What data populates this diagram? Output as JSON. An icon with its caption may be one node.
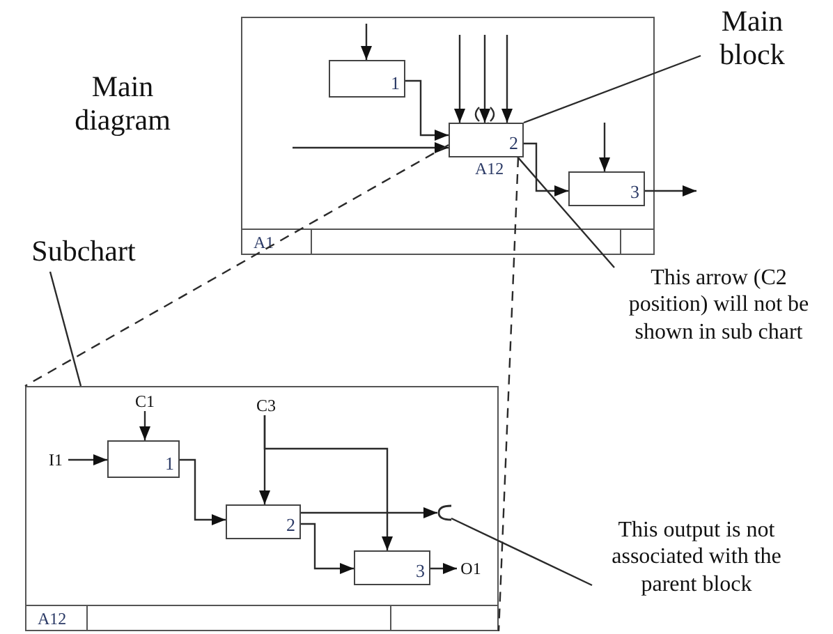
{
  "diagram": {
    "nodes": [
      {
        "text": [
          "A1"
        ]
      },
      {
        "text": [
          "1"
        ],
        "in": 0
      },
      {
        "text": [
          "2"
        ],
        "beside": [
          "A12"
        ],
        "in": 0
      },
      {
        "text": [
          "3"
        ],
        "in": 0
      },
      {
        "text": [
          "Main block"
        ]
      },
      {
        "text": [
          "This arrow (C2 position) will not be shown in sub chart"
        ]
      },
      {
        "text": [
          "Subchart"
        ]
      },
      {
        "text": [
          "A12"
        ]
      },
      {
        "text": [
          "C1"
        ],
        "in": 7
      },
      {
        "text": [
          "I1"
        ],
        "in": 7
      },
      {
        "text": [
          "1"
        ],
        "in": 7
      },
      {
        "text": [
          "C3"
        ],
        "in": 7
      },
      {
        "text": [
          "2"
        ],
        "in": 7
      },
      {
        "text": [
          "3"
        ],
        "in": 7
      },
      {
        "text": [
          "O1"
        ],
        "in": 7
      },
      {
        "text": [
          "This output is not associated with the parent block"
        ]
      },
      {
        "text": [],
        "shape": "bracket",
        "in": 7
      }
    ],
    "edges": [
      {
        "from": null,
        "to": 1,
        "arrow": "to"
      },
      {
        "from": 1,
        "to": 2,
        "arrow": "to"
      },
      {
        "from": null,
        "to": 2,
        "arrow": "to"
      },
      {
        "from": null,
        "to": 2,
        "arrow": "to"
      },
      {
        "from": null,
        "to": 2,
        "arrow": "to"
      },
      {
        "from": null,
        "to": 2,
        "arrow": "to"
      },
      {
        "from": 2,
        "to": 3,
        "arrow": "to"
      },
      {
        "from": null,
        "to": 3,
        "arrow": "to"
      },
      {
        "from": 3,
        "to": null,
        "arrow": "to"
      },
      {
        "from": 4,
        "to": 2,
        "arrow": "none"
      },
      {
        "from": 5,
        "to": 2,
        "arrow": "none"
      },
      {
        "from": 2,
        "to": 7,
        "arrow": "none",
        "style": "dashed"
      },
      {
        "from": 2,
        "to": 7,
        "arrow": "none",
        "style": "dashed"
      },
      {
        "from": 6,
        "to": 7,
        "arrow": "none"
      },
      {
        "from": 8,
        "to": 10,
        "arrow": "to"
      },
      {
        "from": 9,
        "to": 10,
        "arrow": "to"
      },
      {
        "from": 10,
        "to": 12,
        "arrow": "to"
      },
      {
        "from": 11,
        "to": 12,
        "arrow": "to"
      },
      {
        "from": 11,
        "to": 13,
        "arrow": "to"
      },
      {
        "from": 12,
        "to": 13,
        "arrow": "to"
      },
      {
        "from": 12,
        "to": 16,
        "arrow": "to"
      },
      {
        "from": 13,
        "to": 14,
        "arrow": "to"
      },
      {
        "from": 15,
        "to": 16,
        "arrow": "none"
      }
    ],
    "labels": [
      "Main diagram"
    ]
  }
}
